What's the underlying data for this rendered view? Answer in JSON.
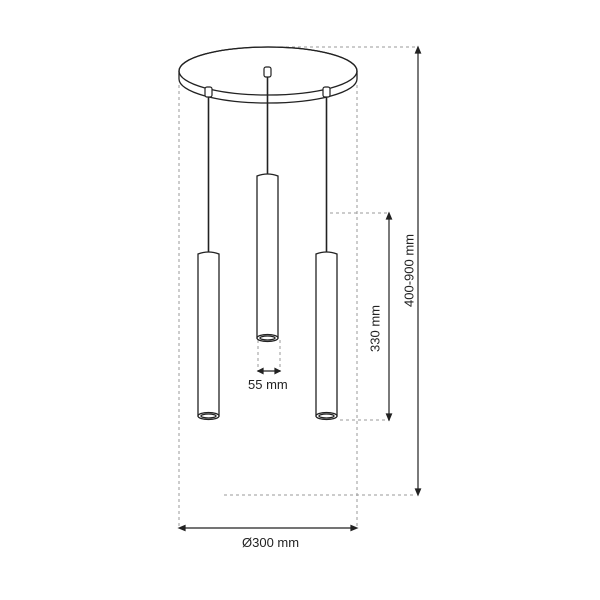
{
  "diagram": {
    "type": "technical-drawing",
    "subject": "three-pendant ceiling lamp with round canopy",
    "dimensions": {
      "pendant_diameter": "55 mm",
      "pendant_height": "330 mm",
      "total_height": "400-900 mm",
      "canopy_diameter": "Ø300 mm"
    },
    "colors": {
      "line": "#222222",
      "dashed": "#999999",
      "background": "#ffffff"
    }
  }
}
